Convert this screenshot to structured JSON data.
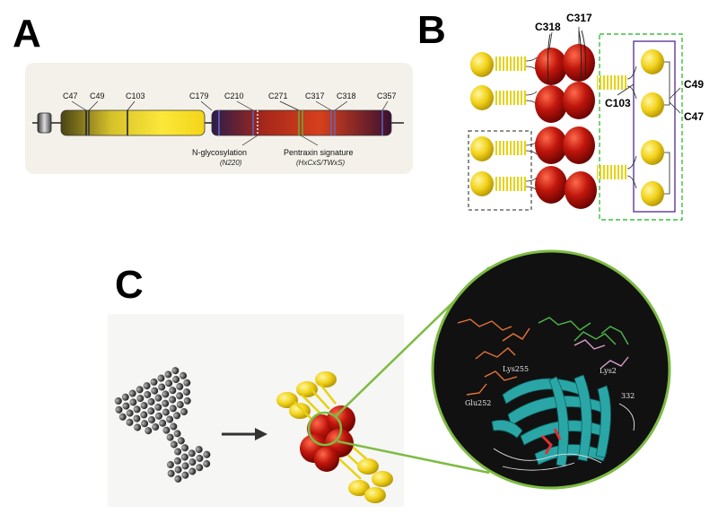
{
  "panels": {
    "a": "A",
    "b": "B",
    "c": "C"
  },
  "panel_a": {
    "cysteines": [
      "C47",
      "C49",
      "C103",
      "C179",
      "C210",
      "C271",
      "C317",
      "C318",
      "C357"
    ],
    "glyco_label": "N-glycosylation",
    "glyco_sub": "(N220)",
    "pentraxin_label": "Pentraxin signature",
    "pentraxin_sub": "(HxCxS/TWxS)"
  },
  "panel_b": {
    "labels": [
      "C318",
      "C317",
      "C103",
      "C49",
      "C47"
    ]
  },
  "panel_c": {
    "residues": [
      "Lys255",
      "Glu252",
      "Lys2",
      "332"
    ]
  },
  "colors": {
    "yellow": "#f2d21a",
    "red": "#b0100a",
    "teal": "#2aa6a6",
    "green_outline": "#7dbb42",
    "purple": "#5a3a9a"
  }
}
